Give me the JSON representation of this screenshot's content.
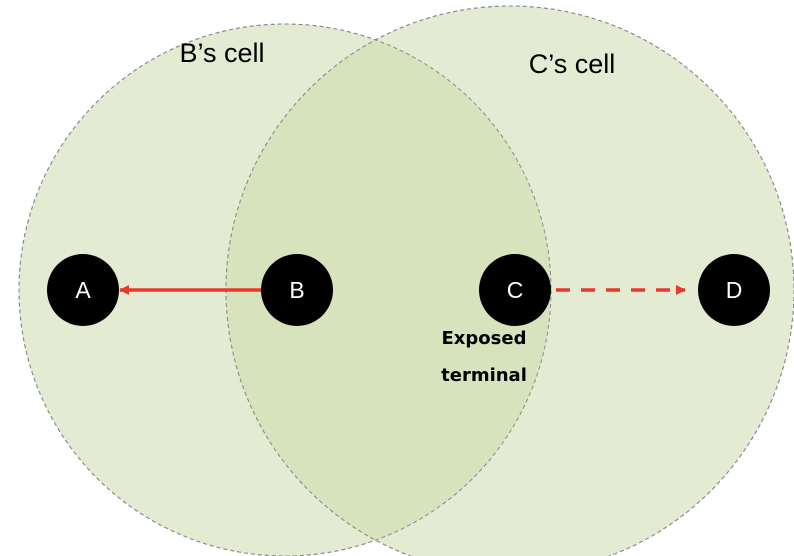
{
  "cells": [
    {
      "id": "b",
      "label": "B’s cell",
      "fill": "#e3ebd3"
    },
    {
      "id": "c",
      "label": "C’s cell",
      "fill": "#e3ebd3"
    }
  ],
  "overlap_fill": "#d6e3bd",
  "nodes": [
    {
      "id": "a",
      "label": "A"
    },
    {
      "id": "b",
      "label": "B"
    },
    {
      "id": "c",
      "label": "C"
    },
    {
      "id": "d",
      "label": "D"
    }
  ],
  "arrows": [
    {
      "from": "B",
      "to": "A",
      "style": "solid",
      "color": "#e8392d"
    },
    {
      "from": "C",
      "to": "D",
      "style": "dashed",
      "color": "#e8392d"
    }
  ],
  "annotation": {
    "line1": "Exposed",
    "line2": "terminal"
  },
  "colors": {
    "node_fill": "#000000",
    "node_text": "#ffffff",
    "circle_border": "#8a8a8a"
  }
}
